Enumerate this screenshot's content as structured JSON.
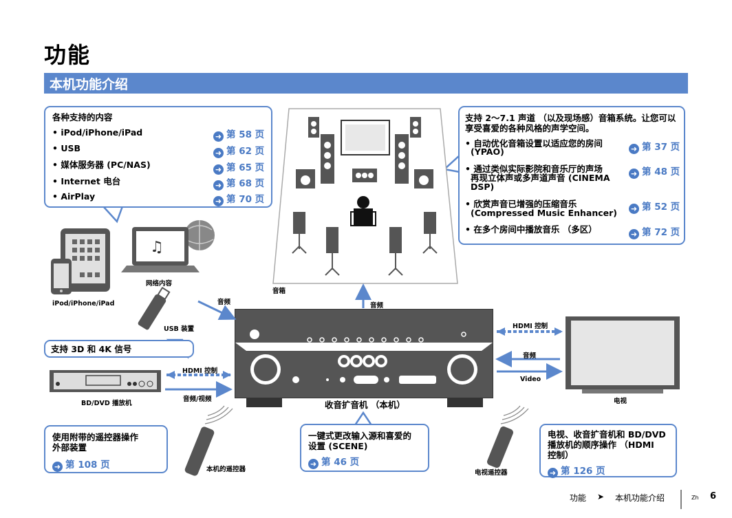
{
  "page_title": "功能",
  "section_title": "本机功能介绍",
  "contents_box": {
    "title": "各种支持的内容",
    "items": [
      {
        "label": "• iPod/iPhone/iPad",
        "page": "第 58 页"
      },
      {
        "label": "• USB",
        "page": "第 62 页"
      },
      {
        "label": "• 媒体服务器 (PC/NAS)",
        "page": "第 65 页"
      },
      {
        "label": "• Internet 电台",
        "page": "第 68 页"
      },
      {
        "label": "• AirPlay",
        "page": "第 70 页"
      }
    ]
  },
  "speaker_box": {
    "title_line1": "支持 2～7.1 声道 （以及现场感）音箱系统。让您可以",
    "title_line2": "享受喜爱的各种风格的声学空间。",
    "items": [
      {
        "line1": "• 自动优化音箱设置以适应您的房间",
        "line2": "(YPAO)",
        "line3": "",
        "page": "第 37 页"
      },
      {
        "line1": "• 通过类似实际影院和音乐厅的声场",
        "line2": "再现立体声或多声道声音 (CINEMA",
        "line3": "DSP)",
        "page": "第 48 页"
      },
      {
        "line1": "• 欣赏声音已增强的压缩音乐",
        "line2": "(Compressed Music Enhancer)",
        "line3": "",
        "page": "第 52 页"
      },
      {
        "line1": "• 在多个房间中播放音乐 （多区）",
        "line2": "",
        "line3": "",
        "page": "第 72 页"
      }
    ]
  },
  "threed_box": {
    "title": "支持 3D 和 4K 信号"
  },
  "remote_box": {
    "line1": "使用附带的遥控器操作",
    "line2": "外部装置",
    "page": "第 108 页"
  },
  "scene_box": {
    "line1": "一键式更改输入源和喜爱的",
    "line2": "设置 (SCENE)",
    "page": "第 46 页"
  },
  "hdmi_box": {
    "line1": "电视、收音扩音机和 BD/DVD",
    "line2": "播放机的顺序操作 （HDMI",
    "line3": "控制）",
    "page": "第 126 页"
  },
  "labels": {
    "ipod": "iPod/iPhone/iPad",
    "network": "网络内容",
    "usb": "USB 装置",
    "audio1": "音频",
    "speakers": "音箱",
    "audio2": "音频",
    "hdmi_ctrl_right": "HDMI 控制",
    "audio_right": "音频",
    "video": "Video",
    "tv": "电视",
    "hdmi_ctrl_left": "HDMI 控制",
    "av_left": "音频/视频",
    "bd": "BD/DVD 播放机",
    "receiver": "收音扩音机 （本机）",
    "remote_unit": "本机的遥控器",
    "remote_tv": "电视遥控器"
  },
  "footer": {
    "crumb1": "功能",
    "arrow": "➤",
    "crumb2": "本机功能介绍",
    "lang": "Zh",
    "page_no": "6"
  },
  "colors": {
    "accent": "#5b87cc",
    "link": "#4a7ac4"
  }
}
